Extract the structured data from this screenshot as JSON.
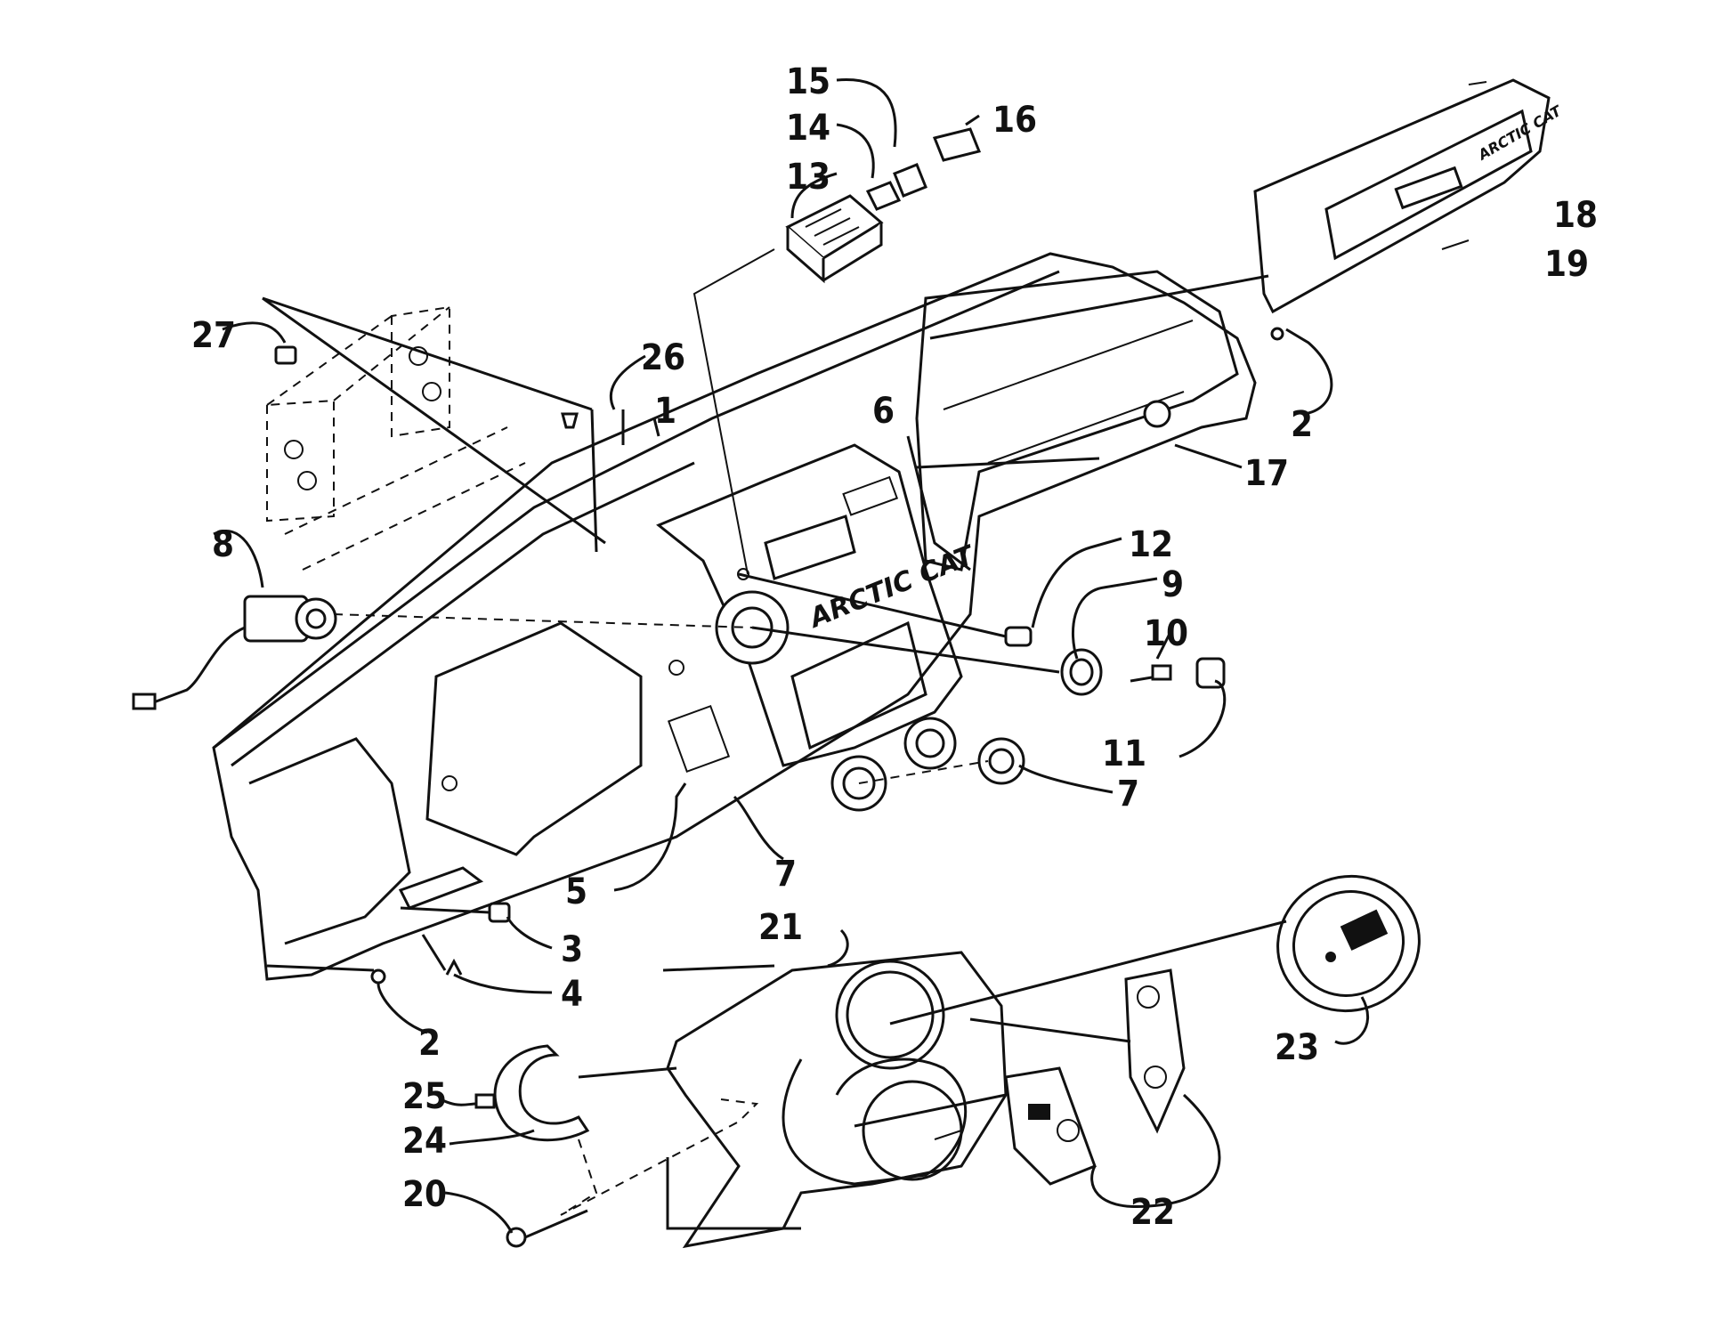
{
  "diagram": {
    "brand_markings": [
      "ARCTIC CAT",
      "ARCTIC CAT"
    ],
    "callouts": [
      "1",
      "2",
      "2",
      "3",
      "4",
      "5",
      "6",
      "7",
      "7",
      "8",
      "9",
      "10",
      "11",
      "12",
      "13",
      "14",
      "15",
      "16",
      "17",
      "18",
      "19",
      "20",
      "21",
      "22",
      "23",
      "24",
      "25",
      "26",
      "27"
    ]
  }
}
